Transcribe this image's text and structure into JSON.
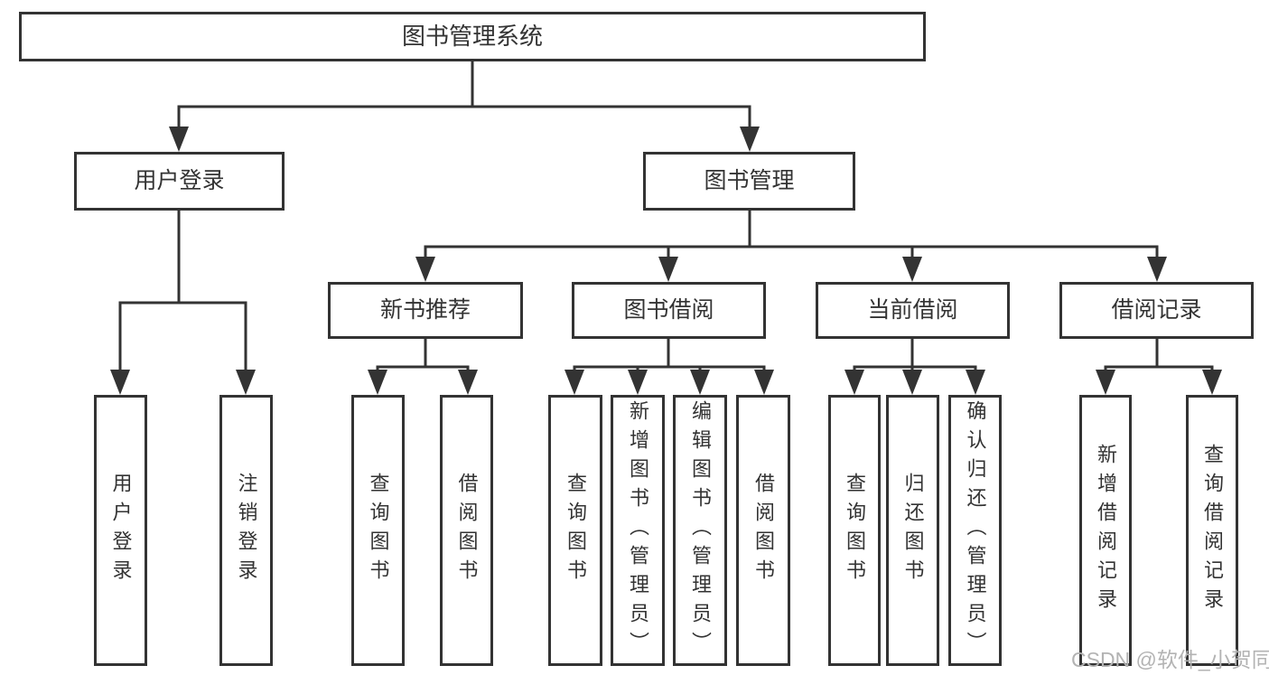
{
  "colors": {
    "line": "#333333",
    "text": "#333333",
    "background": "#ffffff",
    "box_background": "#ffffff",
    "watermark": "#b3b3b3"
  },
  "tree": {
    "root": {
      "label": "图书管理系统"
    },
    "branches": [
      {
        "label": "用户登录",
        "children": [
          {
            "label": "用户登录"
          },
          {
            "label": "注销登录"
          }
        ]
      },
      {
        "label": "图书管理",
        "children": [
          {
            "label": "新书推荐",
            "children": [
              {
                "label": "查询图书"
              },
              {
                "label": "借阅图书"
              }
            ]
          },
          {
            "label": "图书借阅",
            "children": [
              {
                "label": "查询图书"
              },
              {
                "label": "新增图书（管理员）"
              },
              {
                "label": "编辑图书（管理员）"
              },
              {
                "label": "借阅图书"
              }
            ]
          },
          {
            "label": "当前借阅",
            "children": [
              {
                "label": "查询图书"
              },
              {
                "label": "归还图书"
              },
              {
                "label": "确认归还（管理员）"
              }
            ]
          },
          {
            "label": "借阅记录",
            "children": [
              {
                "label": "新增借阅记录"
              },
              {
                "label": "查询借阅记录"
              }
            ]
          }
        ]
      }
    ]
  },
  "watermark": {
    "text": "CSDN @软件_小贺同学"
  }
}
